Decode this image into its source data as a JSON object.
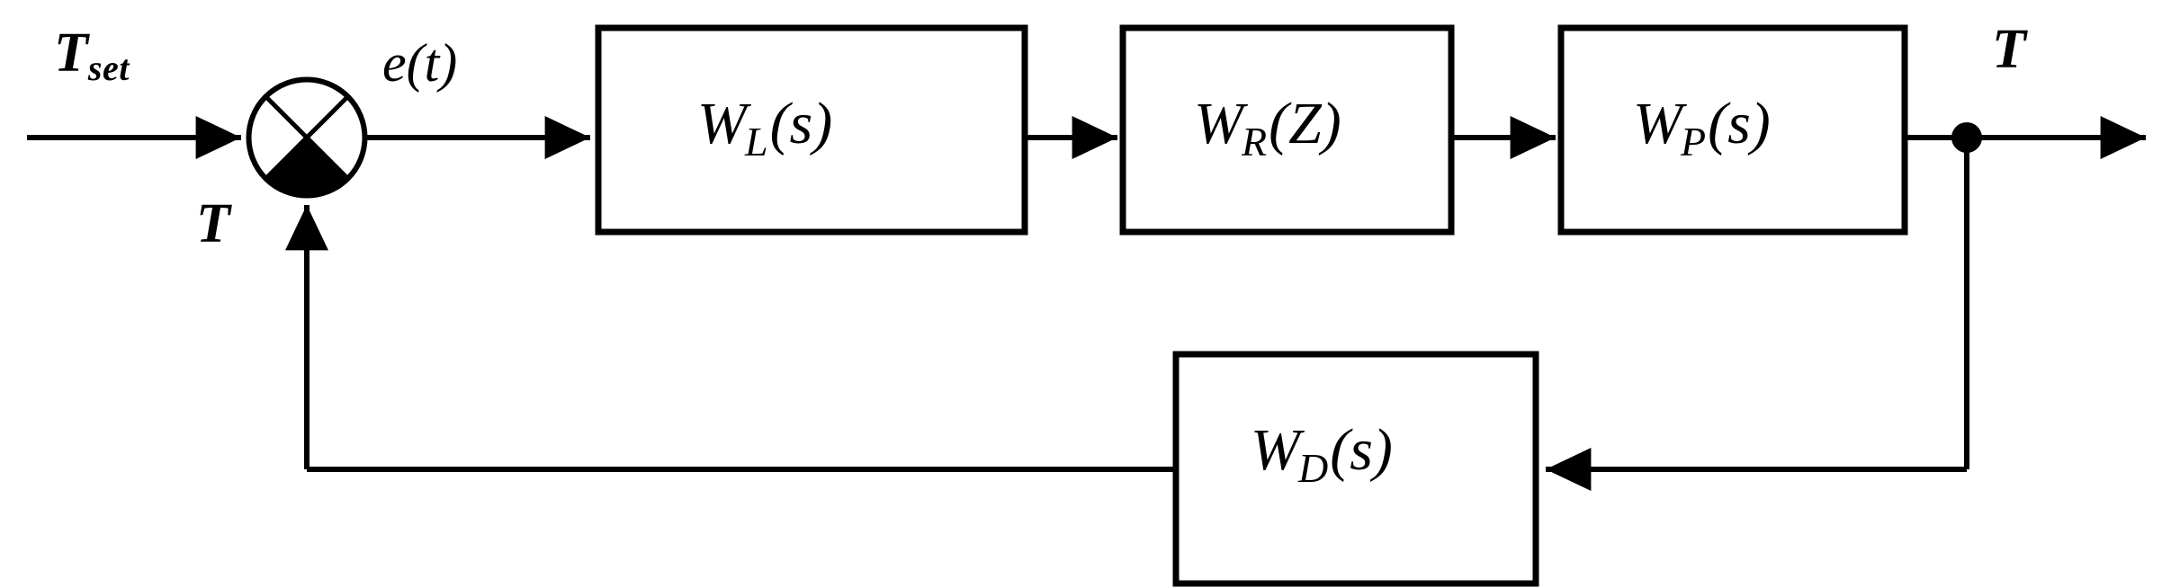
{
  "diagram": {
    "title": "Closed-loop temperature control block diagram",
    "type": "control-system-block-diagram",
    "background_color": "#ffffff",
    "stroke_color": "#000000",
    "signals": {
      "setpoint_base": "T",
      "setpoint_sub": "set",
      "error": "e(t)",
      "output": "T",
      "feedback": "T"
    },
    "blocks": [
      {
        "id": "controller-law",
        "base": "W",
        "sub": "L",
        "arg": "(s)",
        "label": "W_L(s)"
      },
      {
        "id": "regulator",
        "base": "W",
        "sub": "R",
        "arg": "(Z)",
        "label": "W_R(Z)"
      },
      {
        "id": "plant",
        "base": "W",
        "sub": "P",
        "arg": "(s)",
        "label": "W_P(s)"
      },
      {
        "id": "feedback-sensor",
        "base": "W",
        "sub": "D",
        "arg": "(s)",
        "label": "W_D(s)"
      }
    ],
    "summing_junction": {
      "name": "summing-junction",
      "style": "quadrant-shaded-circle",
      "filled_quadrant": "bottom"
    },
    "takeoff_node": {
      "name": "output-takeoff-node",
      "style": "solid-dot"
    }
  }
}
